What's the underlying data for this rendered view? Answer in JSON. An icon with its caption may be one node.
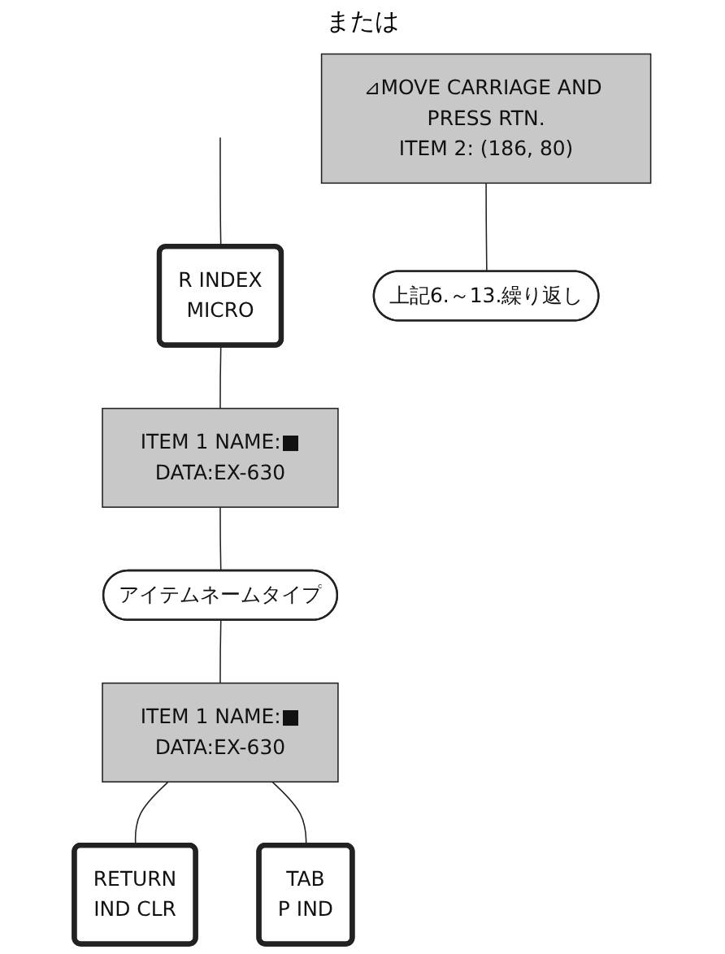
{
  "diagram": {
    "nodes": [
      {
        "text": [
          "R INDEX",
          "MICRO"
        ]
      },
      {
        "text": [
          "ITEM 1 NAME:■",
          "DATA:EX-630"
        ]
      },
      {
        "text": [
          "アイテムネームタイプ"
        ]
      },
      {
        "text": [
          "ITEM 1 NAME:■",
          "DATA:EX-630"
        ]
      },
      {
        "text": [
          "RETURN",
          "IND CLR"
        ]
      },
      {
        "text": [
          "TAB",
          "P IND"
        ]
      },
      {
        "text": [
          "⊿MOVE CARRIAGE AND PRESS RTN.",
          "ITEM 2: (186, 80)"
        ]
      },
      {
        "text": [
          "上記6.～13.繰り返し"
        ]
      }
    ],
    "edges": [
      {
        "from": null,
        "to": 0,
        "arrow": "none"
      },
      {
        "from": 0,
        "to": 1,
        "arrow": "none"
      },
      {
        "from": 1,
        "to": 2,
        "arrow": "none"
      },
      {
        "from": 2,
        "to": 3,
        "arrow": "none"
      },
      {
        "from": 3,
        "to": 4,
        "arrow": "none"
      },
      {
        "from": 3,
        "to": 5,
        "arrow": "none"
      },
      {
        "from": 6,
        "to": 7,
        "arrow": "none"
      }
    ],
    "labels": [
      "または"
    ]
  }
}
